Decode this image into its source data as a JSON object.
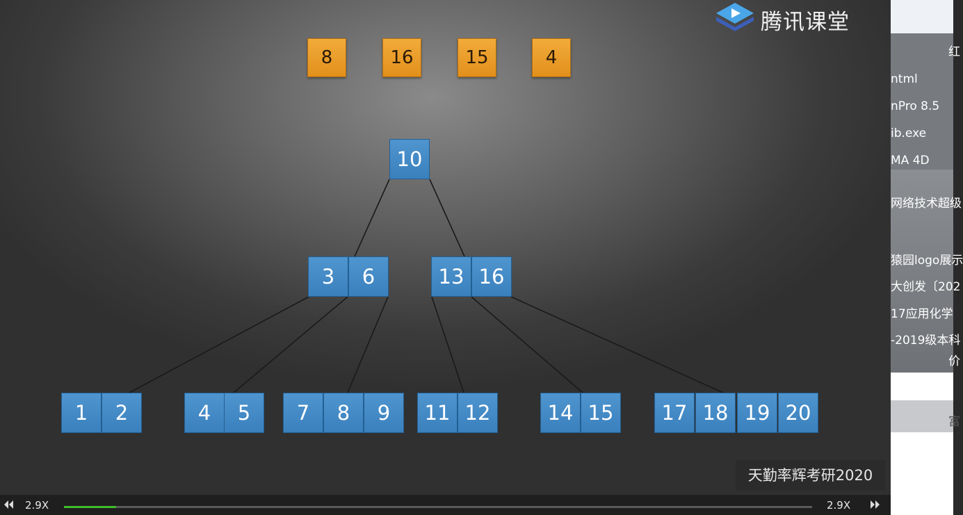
{
  "brand": {
    "logo_text": "腾讯课堂",
    "watermark": "天勤率辉考研2020"
  },
  "incoming_keys": [
    "8",
    "16",
    "15",
    "4"
  ],
  "tree": {
    "root": [
      "10"
    ],
    "level2": [
      [
        "3",
        "6"
      ],
      [
        "13",
        "16"
      ]
    ],
    "leaves": [
      [
        "1",
        "2"
      ],
      [
        "4",
        "5"
      ],
      [
        "7",
        "8",
        "9"
      ],
      [
        "11",
        "12"
      ],
      [
        "14",
        "15"
      ],
      [
        "17",
        "18",
        "19",
        "20"
      ]
    ]
  },
  "player": {
    "speed_left": "2.9X",
    "speed_right": "2.9X",
    "progress": 0.07,
    "progress_color": "#3fbf2a"
  },
  "sidebar": {
    "items": [
      "ntml",
      "nPro 8.5",
      "ib.exe",
      "MA 4D",
      "网络技术超级",
      "猿园logo展示",
      "大创发〔202",
      "17应用化学",
      "-2019级本科"
    ],
    "right_chars": [
      "红",
      "价",
      "富"
    ]
  }
}
